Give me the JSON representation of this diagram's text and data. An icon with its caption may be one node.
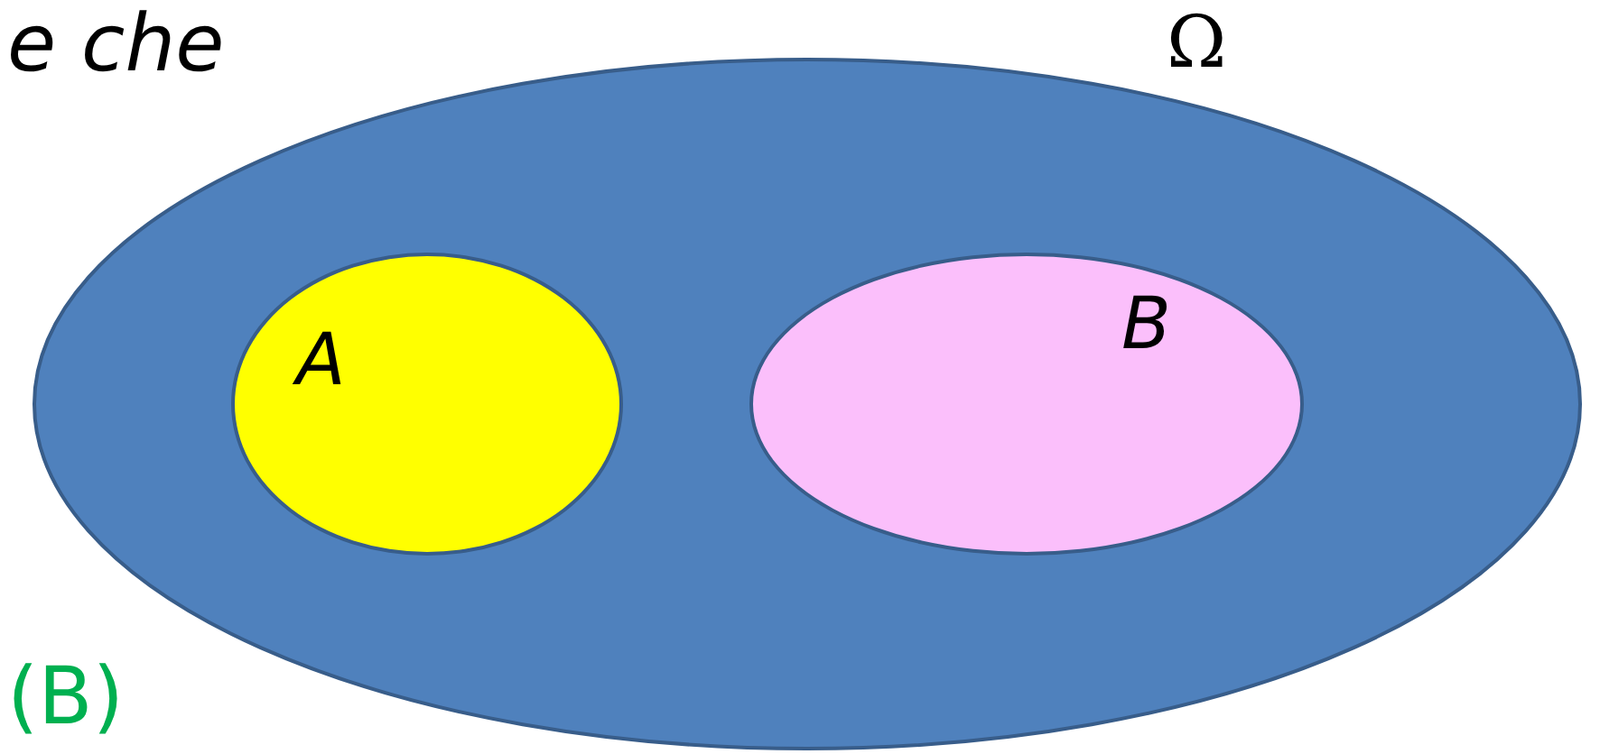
{
  "diagram": {
    "nodes": [
      {
        "text": [
          "Ω"
        ]
      },
      {
        "text": [
          "A"
        ],
        "in": 0
      },
      {
        "text": [
          "B"
        ],
        "in": 0
      }
    ],
    "labels": [
      "e che",
      "(B)"
    ]
  }
}
